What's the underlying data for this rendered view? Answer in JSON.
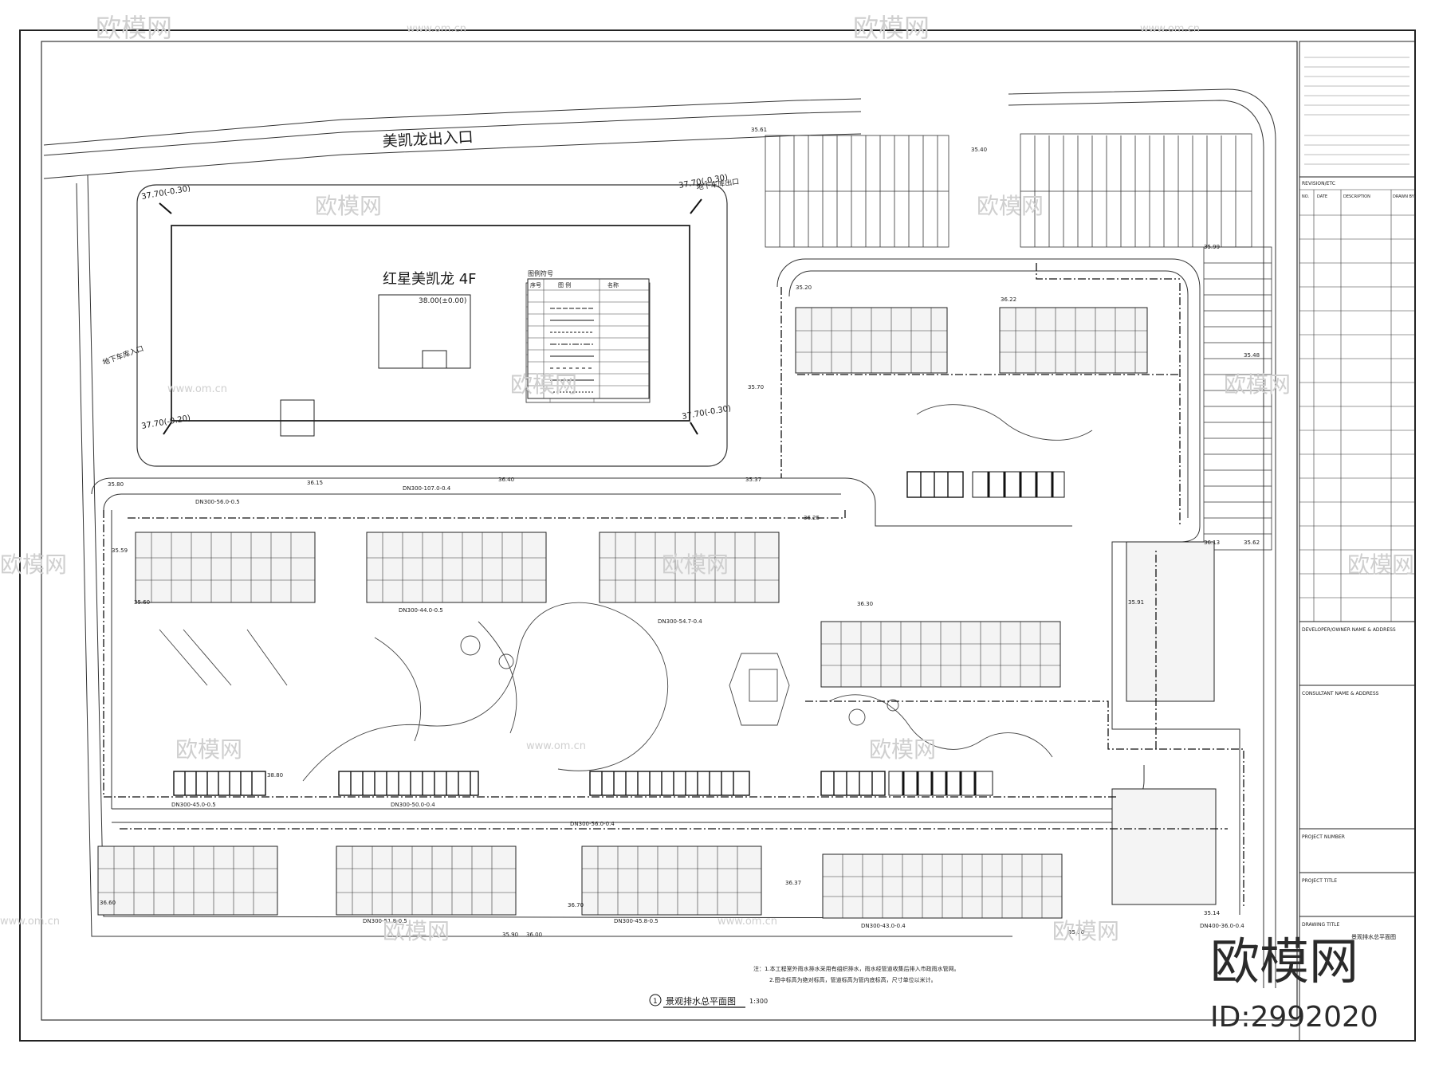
{
  "drawing": {
    "top_road_label": "美凯龙出入口",
    "mall_label": "红星美凯龙  4F",
    "mall_spot_level": "38.00(±0.00)",
    "ramp_exit_label": "地下车库出口",
    "ramp_entry_label": "地下车库入口",
    "corner_levels": [
      "37.70(-0.30)",
      "37.70(-0.30)",
      "37.70(-0.20)",
      "37.70(-0.30)"
    ],
    "legend_title": "图例符号",
    "legend_headers": [
      "序号",
      "图 例",
      "名称"
    ],
    "pipe_labels": [
      "DN300-107.0-0.4",
      "DN300-56.0-0.5",
      "DN300-54.7-0.4",
      "DN300-44.0-0.5",
      "DN300-45.0-0.5",
      "DN300-50.0-0.4",
      "DN300-56.0-0.4",
      "DN300-51.8-0.5",
      "DN300-45.8-0.5",
      "DN300-43.0-0.4",
      "DN400-36.0-0.4"
    ],
    "spot_levels": [
      "35.61",
      "35.40",
      "35.80",
      "36.15",
      "36.40",
      "35.37",
      "35.60",
      "35.20",
      "35.59",
      "36.22",
      "35.70",
      "36.30",
      "35.90",
      "36.60",
      "36.70",
      "38.80",
      "35.10",
      "36.37",
      "36.00",
      "35.14",
      "35.99",
      "36.13",
      "35.62",
      "36.25",
      "35.91",
      "35.48"
    ],
    "plan_caption": "景观排水总平面图",
    "plan_scale": "1:300",
    "plan_number": "1",
    "notes_line1": "注：1.本工程室外雨水排水采用有组织排水，雨水经管道收集后排入市政雨水管网。",
    "notes_line2": "2.图中标高为绝对标高，管道标高为管内底标高，尺寸单位以米计。"
  },
  "title_block": {
    "revision_label": "REVISION/ETC",
    "revision_cols": [
      "NO.",
      "DATE",
      "DESCRIPTION",
      "DRAWN BY"
    ],
    "developer_label": "DEVELOPER/OWNER NAME & ADDRESS",
    "consultant_label": "CONSULTANT NAME & ADDRESS",
    "project_no_label": "PROJECT NUMBER",
    "project_title_label": "PROJECT TITLE",
    "drawing_title_label": "DRAWING TITLE",
    "drawing_title": "景观排水总平面图"
  },
  "watermarks": {
    "brand": "欧模网",
    "site": "www.om.cn",
    "id_stamp": "ID:2992020"
  }
}
